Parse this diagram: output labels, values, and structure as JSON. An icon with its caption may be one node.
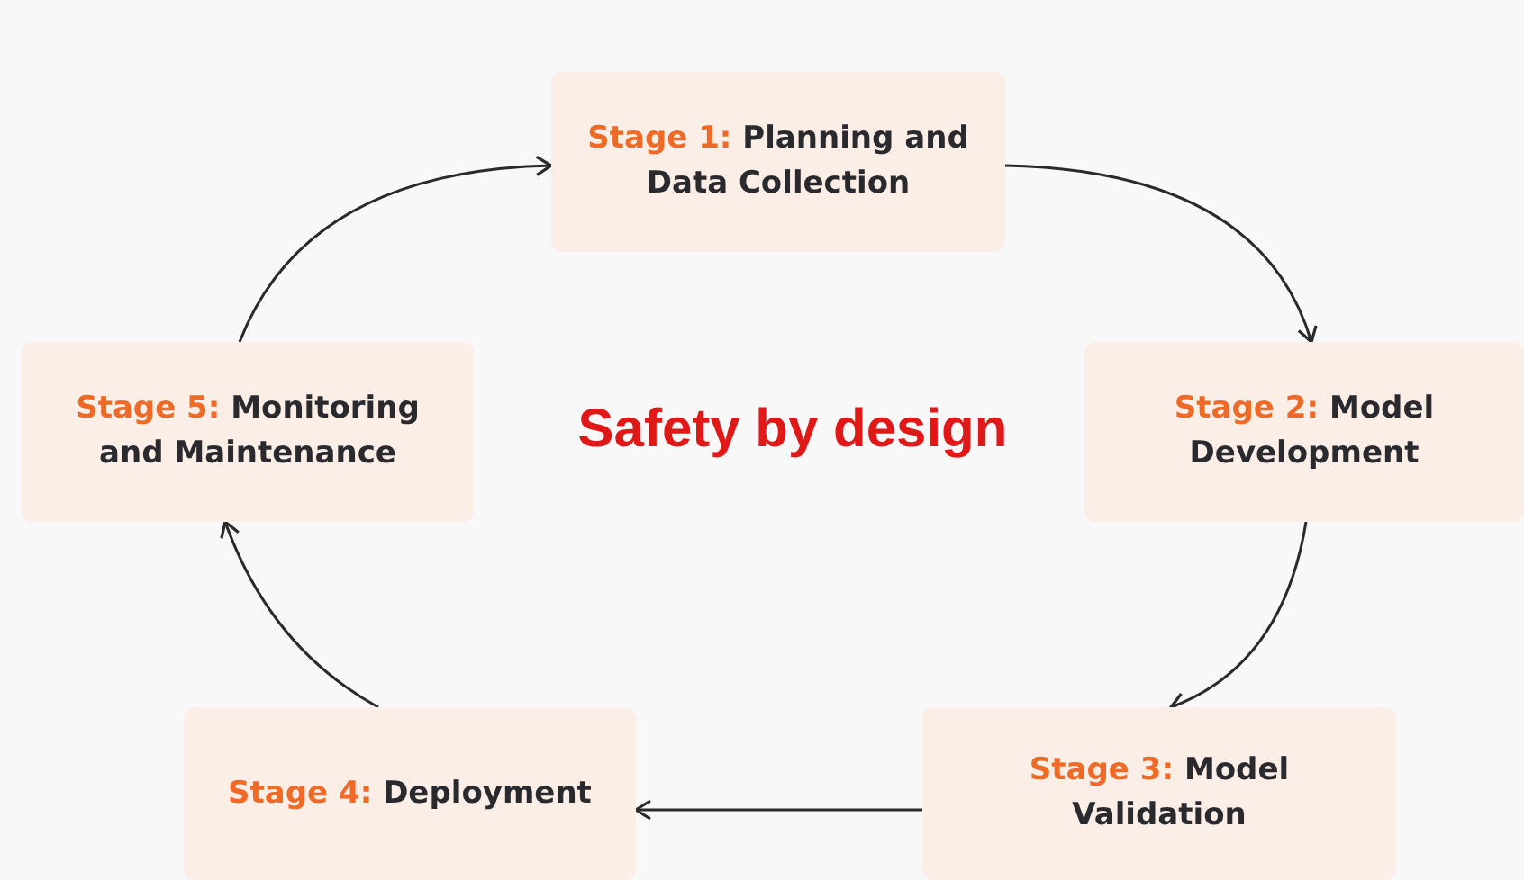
{
  "diagram": {
    "title": "Safety by design",
    "nodes": [
      {
        "text": [
          "Stage 1:",
          "Planning and Data Collection"
        ]
      },
      {
        "text": [
          "Stage 2:",
          "Model Development"
        ]
      },
      {
        "text": [
          "Stage 3:",
          "Model Validation"
        ]
      },
      {
        "text": [
          "Stage 4:",
          "Deployment"
        ]
      },
      {
        "text": [
          "Stage 5:",
          "Monitoring and Maintenance"
        ]
      }
    ],
    "edges": [
      {
        "from": 0,
        "to": 1,
        "arrow": "to"
      },
      {
        "from": 1,
        "to": 2,
        "arrow": "to"
      },
      {
        "from": 2,
        "to": 3,
        "arrow": "to"
      },
      {
        "from": 3,
        "to": 4,
        "arrow": "to"
      },
      {
        "from": 4,
        "to": 0,
        "arrow": "to"
      }
    ]
  }
}
